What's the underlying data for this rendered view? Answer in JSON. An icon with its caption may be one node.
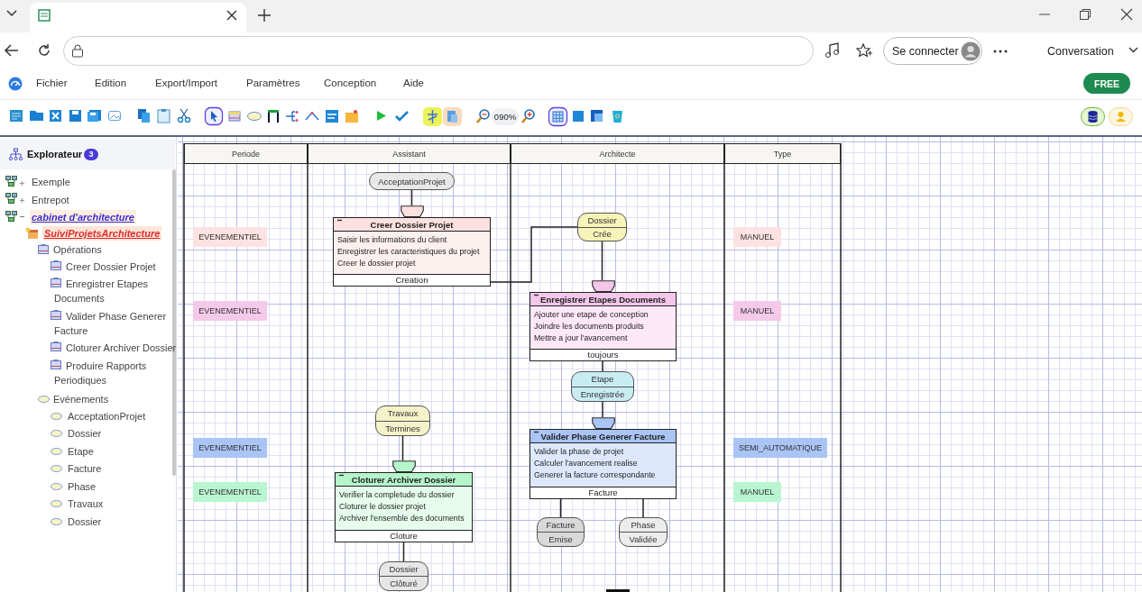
{
  "diagram": {
    "nodes": [
      {
        "text": [
          "AcceptationProjet"
        ]
      },
      {
        "text": [
          "Creer Dossier Projet",
          "Saisir les informations du client",
          "Enregistrer les caracteristiques du projet",
          "Creer le dossier projet",
          "Creation"
        ]
      },
      {
        "text": [
          "Dossier",
          "Crée"
        ]
      },
      {
        "text": [
          "Enregistrer Etapes Documents",
          "Ajouter une etape de conception",
          "Joindre les documents produits",
          "Mettre a jour l'avancement",
          "toujours"
        ]
      },
      {
        "text": [
          "Etape",
          "Enregistrée"
        ]
      },
      {
        "text": [
          "Valider Phase Generer Facture",
          "Valider la phase de projet",
          "Calculer l'avancement realise",
          "Generer la facture correspondante",
          "Facture"
        ]
      },
      {
        "text": [
          "Travaux",
          "Termines"
        ]
      },
      {
        "text": [
          "Cloturer Archiver Dossier",
          "Verifier la completude du dossier",
          "Cloturer le dossier projet",
          "Archiver l'ensemble des documents",
          "Cloture"
        ]
      },
      {
        "text": [
          "Facture",
          "Emise"
        ]
      },
      {
        "text": [
          "Phase",
          "Validée"
        ]
      },
      {
        "text": [
          "Dossier",
          "Clôturé"
        ]
      }
    ],
    "edges": [
      {
        "from": 0,
        "to": 1,
        "arrow": "none"
      },
      {
        "from": 1,
        "to": 2,
        "arrow": "none"
      },
      {
        "from": 2,
        "to": 3,
        "arrow": "none"
      },
      {
        "from": 3,
        "to": 4,
        "arrow": "none"
      },
      {
        "from": 4,
        "to": 5,
        "arrow": "none"
      },
      {
        "from": 6,
        "to": 7,
        "arrow": "none"
      },
      {
        "from": 5,
        "to": 8,
        "arrow": "none"
      },
      {
        "from": 5,
        "to": 9,
        "arrow": "none"
      },
      {
        "from": 7,
        "to": 10,
        "arrow": "none"
      }
    ],
    "labels": [
      "Se connecter",
      "Conversation",
      "Fichier",
      "Edition",
      "Export/Import",
      "Paramètres",
      "Conception",
      "Aide",
      "FREE",
      "090%",
      "Explorateur",
      "3",
      "Exemple",
      "Entrepot",
      "cabinet d'architecture",
      "SuiviProjetsArchitecture",
      "Opérations",
      "Creer Dossier Projet",
      "Enregistrer Etapes Documents",
      "Valider Phase Generer Facture",
      "Cloturer Archiver Dossier",
      "Produire Rapports Periodiques",
      "Evénements",
      "AcceptationProjet",
      "Dossier",
      "Etape",
      "Facture",
      "Phase",
      "Travaux",
      "Dossier",
      "Periode",
      "Assistant",
      "Architecte",
      "Type",
      "EVENEMENTIEL",
      "MANUEL",
      "EVENEMENTIEL",
      "MANUEL",
      "EVENEMENTIEL",
      "SEMI_AUTOMATIQUE",
      "EVENEMENTIEL",
      "MANUEL"
    ]
  }
}
